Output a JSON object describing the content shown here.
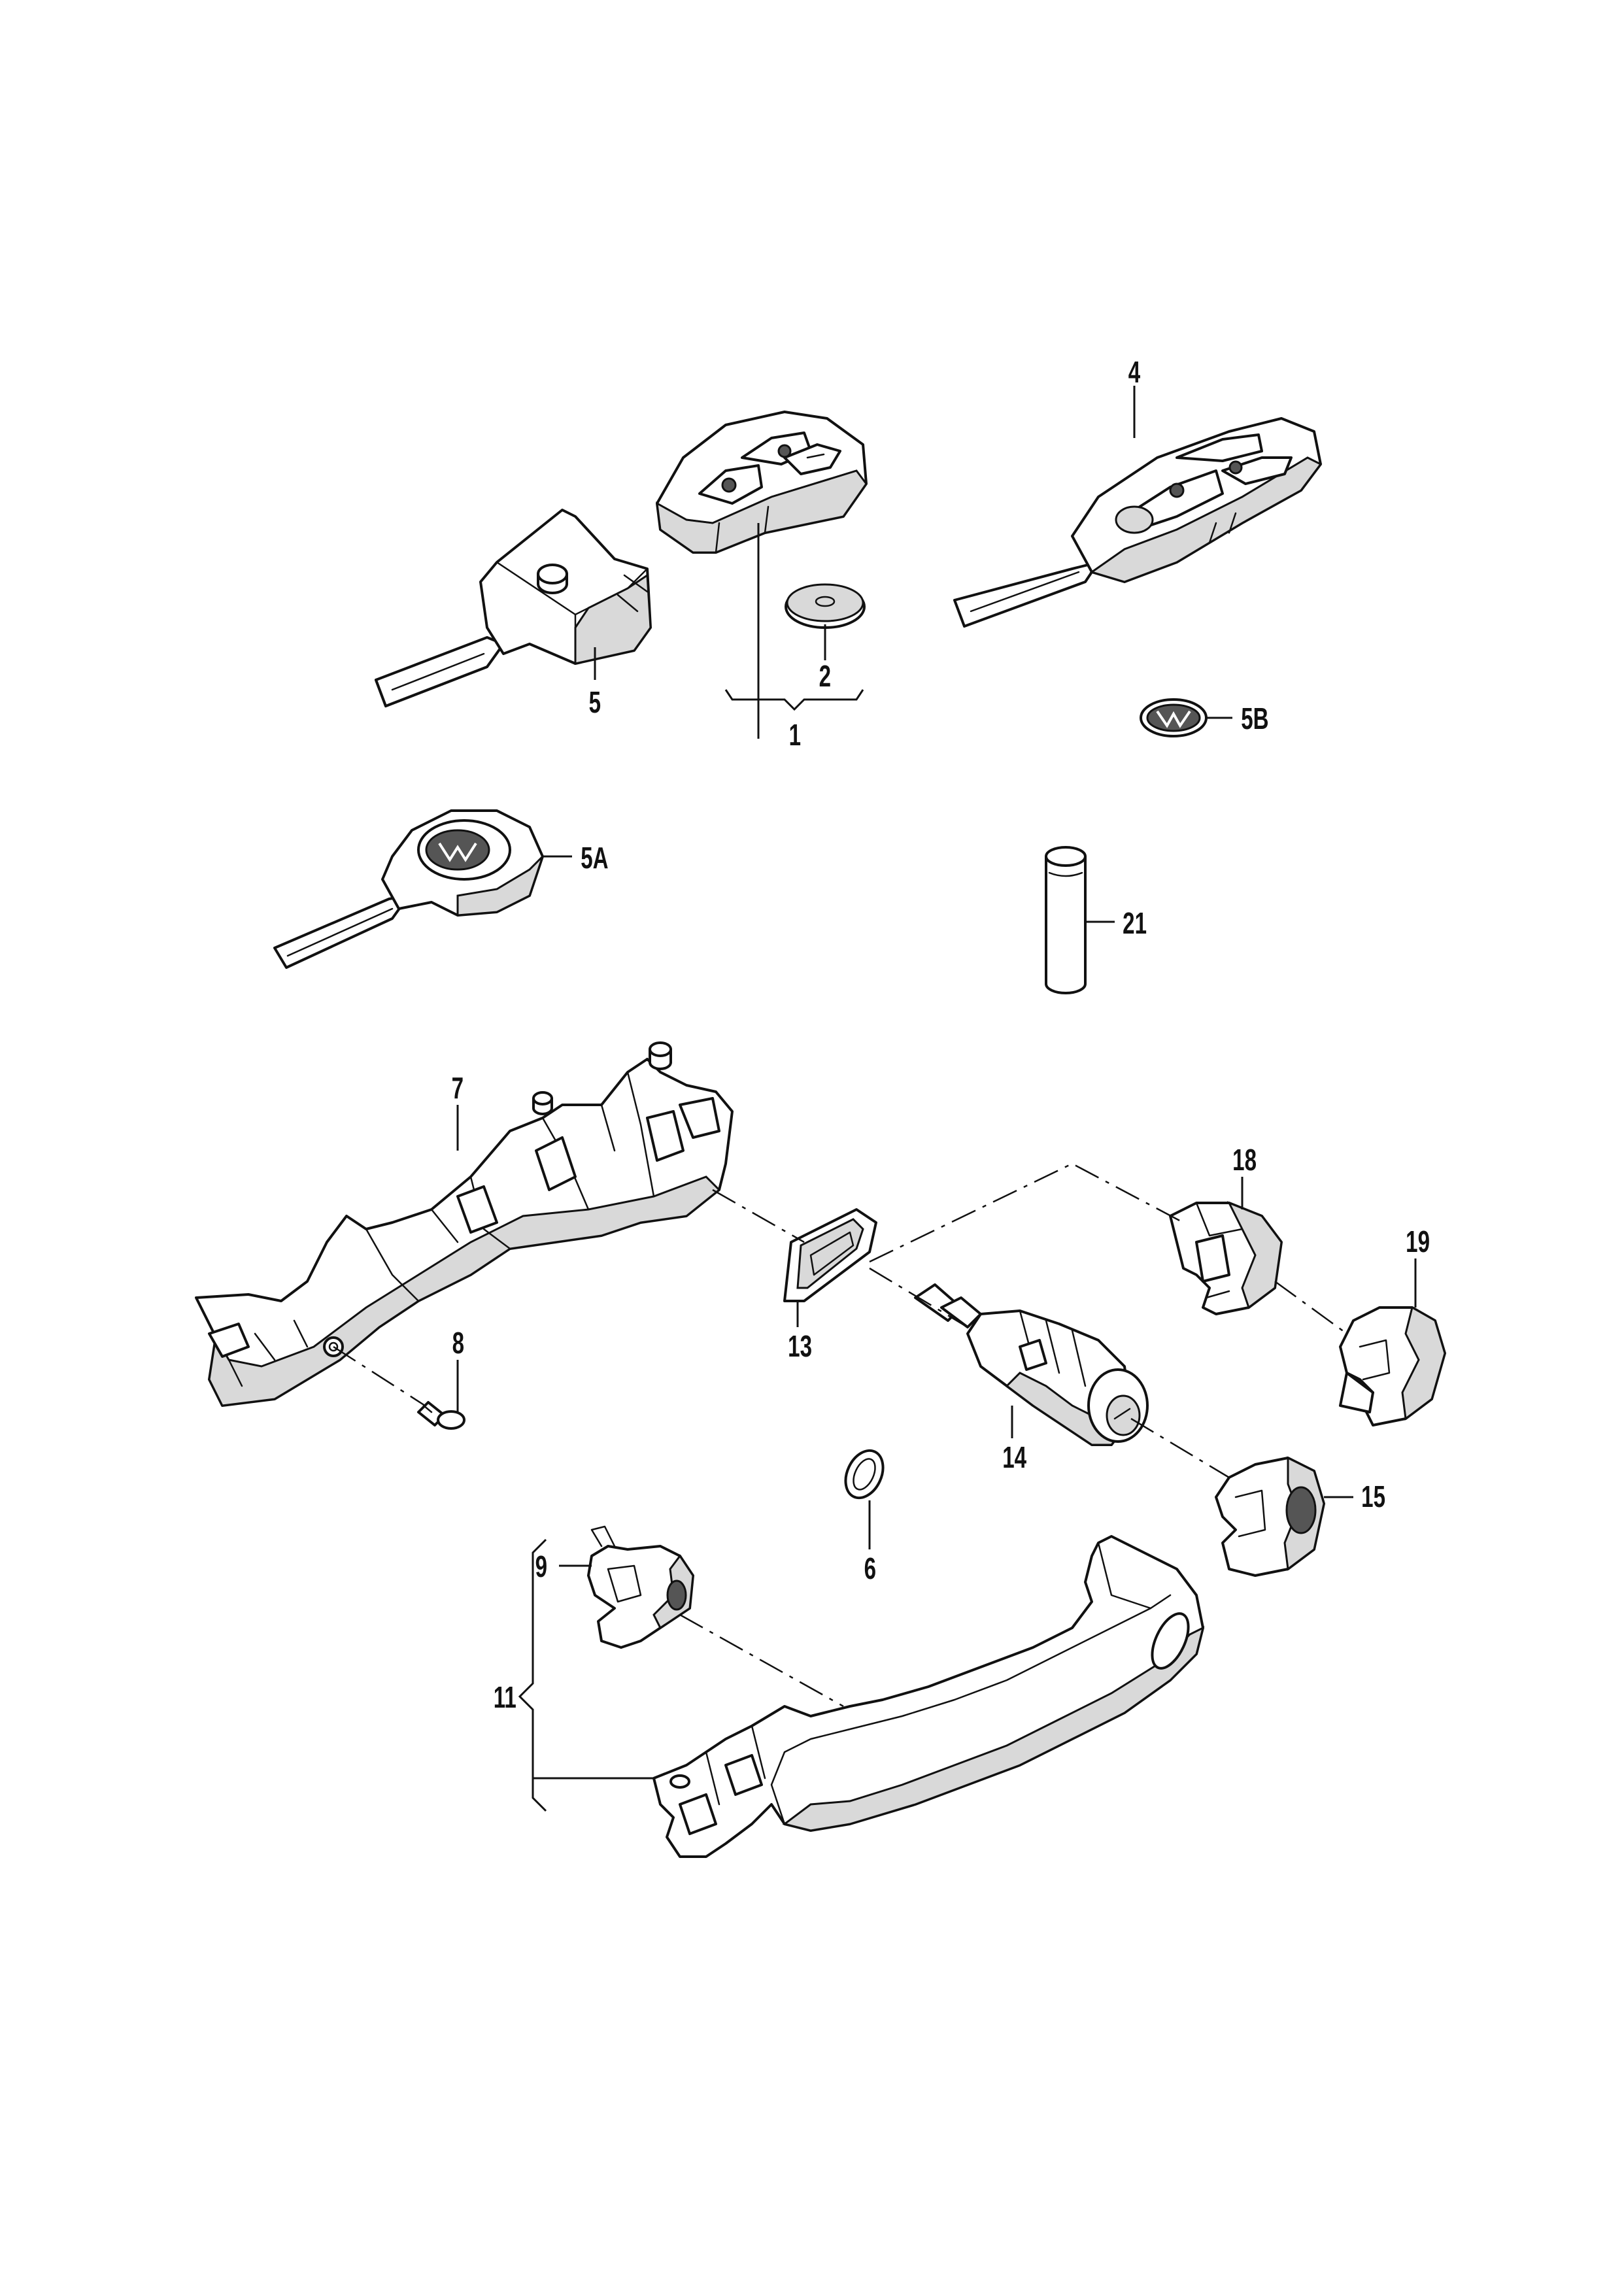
{
  "diagram": {
    "type": "exploded-parts-diagram",
    "callouts": {
      "c1": "1",
      "c2": "2",
      "c4": "4",
      "c5": "5",
      "c5A": "5A",
      "c5B": "5B",
      "c6": "6",
      "c7": "7",
      "c8": "8",
      "c9": "9",
      "c11": "11",
      "c13": "13",
      "c14": "14",
      "c15": "15",
      "c18": "18",
      "c19": "19",
      "c21": "21"
    },
    "colors": {
      "line": "#111111",
      "background": "#ffffff",
      "shade": "#d9d9d9"
    }
  }
}
